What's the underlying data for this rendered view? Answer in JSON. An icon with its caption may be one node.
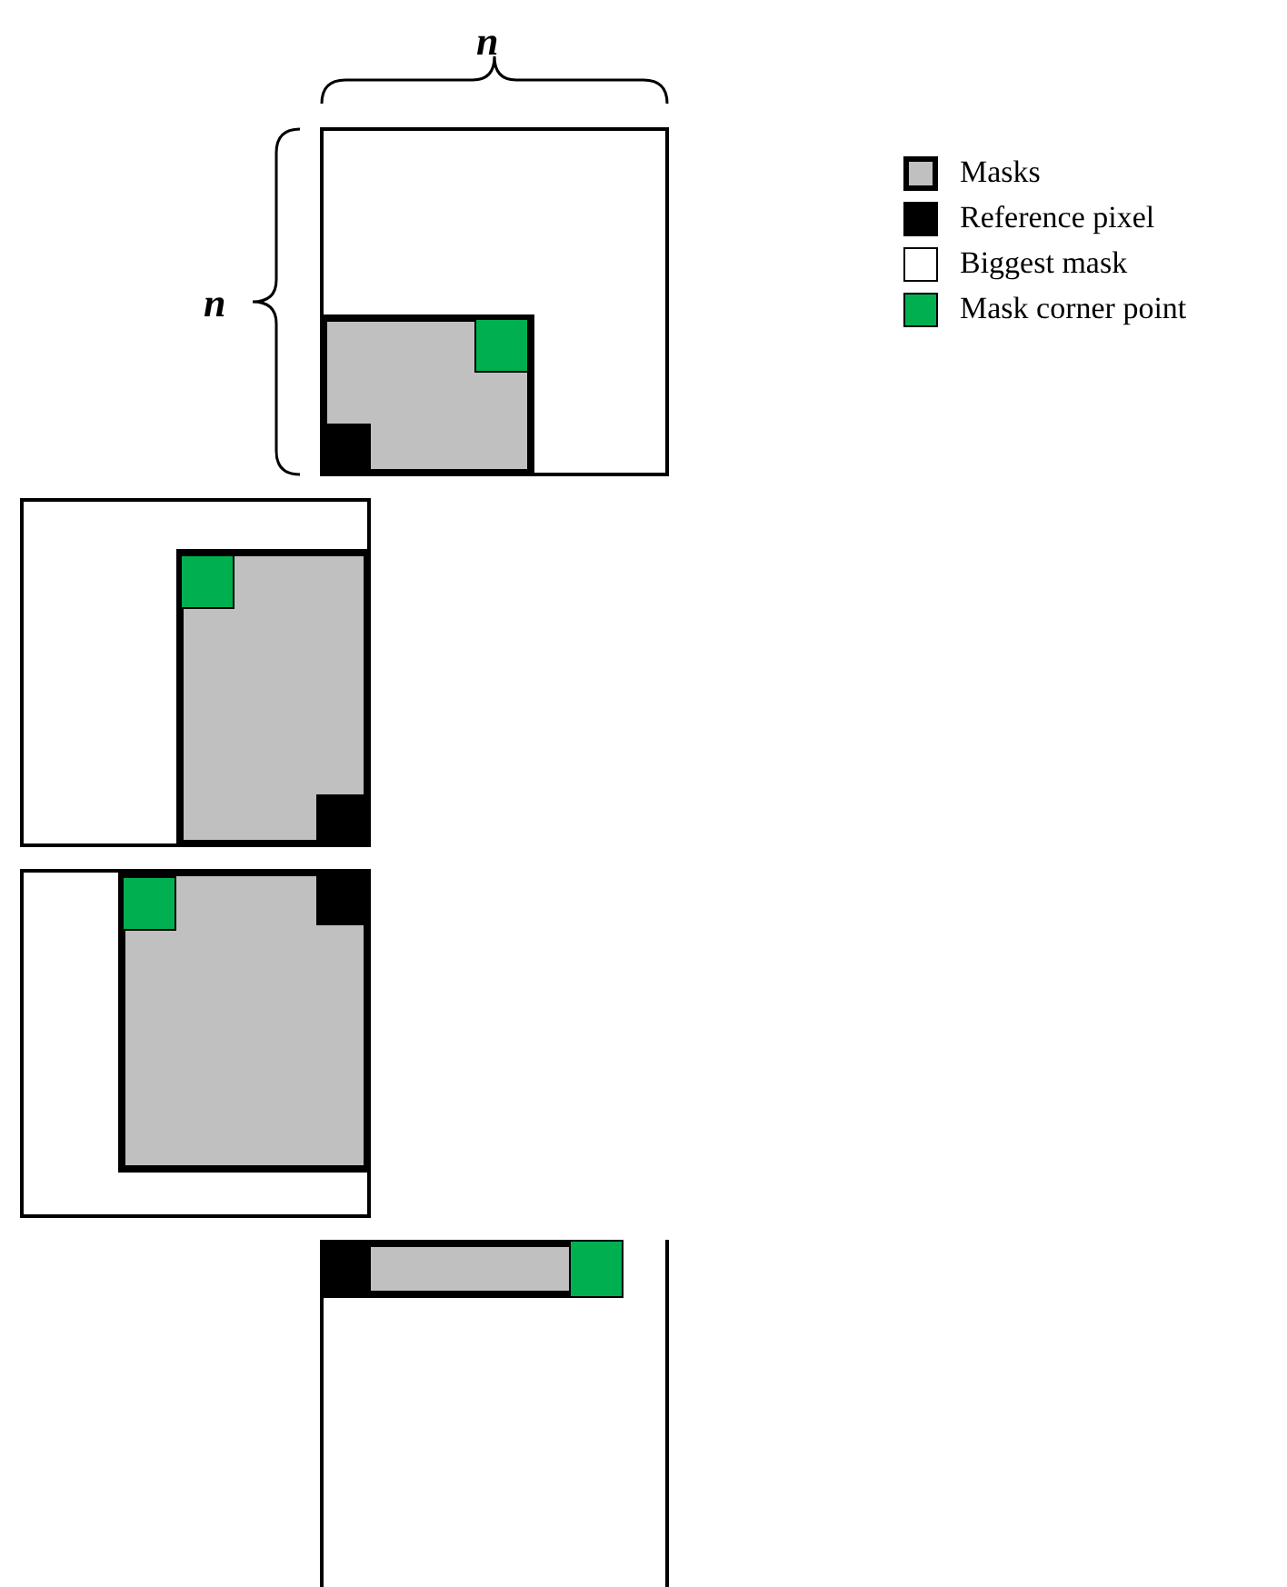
{
  "diagram": {
    "labels": [
      "n",
      "n"
    ],
    "legend": [
      {
        "text": "Masks",
        "color": "#c0c0c0"
      },
      {
        "text": "Reference pixel",
        "color": "#000000"
      },
      {
        "text": "Biggest mask",
        "color": "#ffffff"
      },
      {
        "text": "Mask corner point",
        "color": "#00b050"
      }
    ]
  }
}
